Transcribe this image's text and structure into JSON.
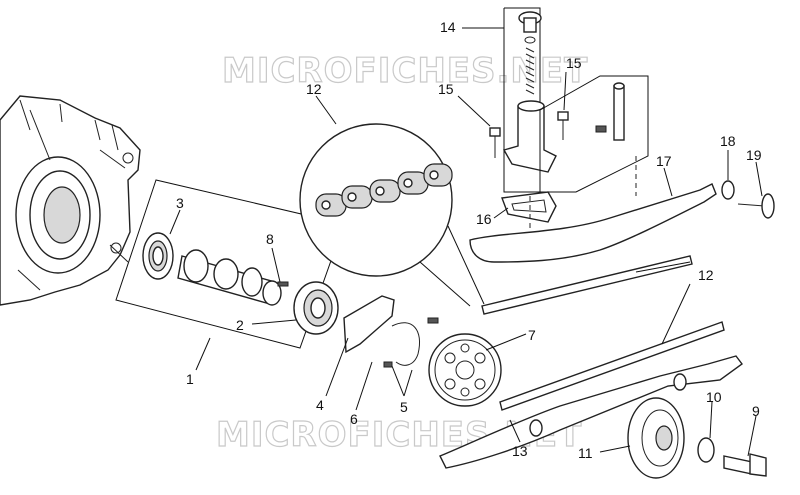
{
  "diagram": {
    "watermarks": [
      "MICROFICHES.NET",
      "MICROFICHES.NET"
    ],
    "callouts": [
      "14",
      "15",
      "15",
      "12",
      "16",
      "17",
      "18",
      "19",
      "3",
      "8",
      "12",
      "2",
      "7",
      "1",
      "4",
      "6",
      "5",
      "10",
      "9",
      "11",
      "13"
    ]
  }
}
